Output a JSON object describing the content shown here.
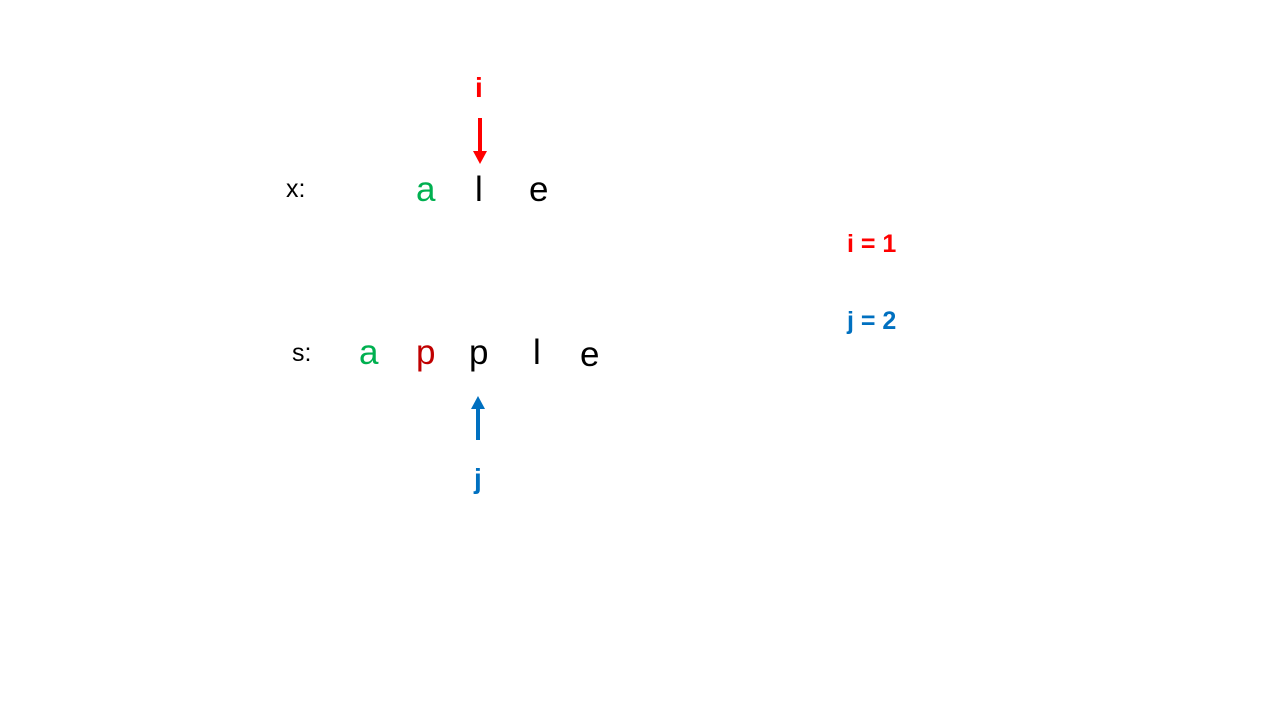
{
  "x_row": {
    "label": "x:",
    "chars": [
      {
        "text": "a",
        "color": "#00b050"
      },
      {
        "text": "l",
        "color": "#000000"
      },
      {
        "text": "e",
        "color": "#000000"
      }
    ]
  },
  "s_row": {
    "label": "s:",
    "chars": [
      {
        "text": "a",
        "color": "#00b050"
      },
      {
        "text": "p",
        "color": "#c00000"
      },
      {
        "text": "p",
        "color": "#000000"
      },
      {
        "text": "l",
        "color": "#000000"
      },
      {
        "text": "e",
        "color": "#000000"
      }
    ]
  },
  "pointer_i": {
    "label": "i",
    "color": "#ff0000",
    "points_to_index": 1
  },
  "pointer_j": {
    "label": "j",
    "color": "#0070c0",
    "points_to_index": 2
  },
  "status": {
    "i_text": "i = 1",
    "j_text": "j = 2"
  }
}
